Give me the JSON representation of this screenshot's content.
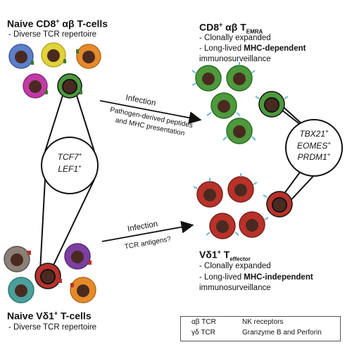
{
  "naive_cd8": {
    "title_pre": "Naive CD8",
    "title_sup": "+",
    "title_post": " αβ T-cells",
    "sub": "- Diverse TCR repertoire"
  },
  "naive_vd1": {
    "title_pre": "Naive Vδ1",
    "title_sup": "+",
    "title_post": " T-cells",
    "sub": "- Diverse TCR repertoire"
  },
  "temra": {
    "title_pre": "CD8",
    "title_sup": "+",
    "title_mid": " αβ T",
    "title_subscript": "EMRA",
    "line1": "- Clonally expanded",
    "line2_pre": "- Long-lived ",
    "line2_bold": "MHC-dependent",
    "line3": "immunosurveillance"
  },
  "teffector": {
    "title_pre": "Vδ1",
    "title_sup": "+",
    "title_mid": " T",
    "title_subscript": "effector",
    "line1": "- Clonally expanded",
    "line2_pre": "- Long-lived ",
    "line2_bold": "MHC-independent",
    "line3": "immunosurveillance"
  },
  "arrow_top": {
    "label": "Infection",
    "caption_line1": "Pathogen-derived peptides",
    "caption_line2": "and MHC presentation"
  },
  "arrow_bottom": {
    "label": "Infection",
    "caption": "TCR antigens?"
  },
  "hub_left": {
    "gene1": "TCF7",
    "gene1_sup": "+",
    "gene2": "LEF1",
    "gene2_sup": "+"
  },
  "hub_right": {
    "gene1": "TBX21",
    "gene1_sup": "+",
    "gene2": "EOMES",
    "gene2_sup": "+",
    "gene3": "PRDM1",
    "gene3_sup": "+"
  },
  "legend": {
    "ab_tcr": "αβ TCR",
    "gd_tcr": "γδ TCR",
    "nk": "NK receptors",
    "granzyme": "Granzyme B and Perforin"
  },
  "colors": {
    "green_cell": "#4c9a3c",
    "red_cell": "#b8322a",
    "nucleus": "#4a2a20",
    "blue_cell": "#5b7fc8",
    "yellow_cell": "#e2d23a",
    "orange_cell": "#e58a2a",
    "magenta_cell": "#c23aa6",
    "purple_cell": "#7b3fa2",
    "gray_cell": "#8a8078",
    "nk_receptor": "#6ab8d4"
  }
}
